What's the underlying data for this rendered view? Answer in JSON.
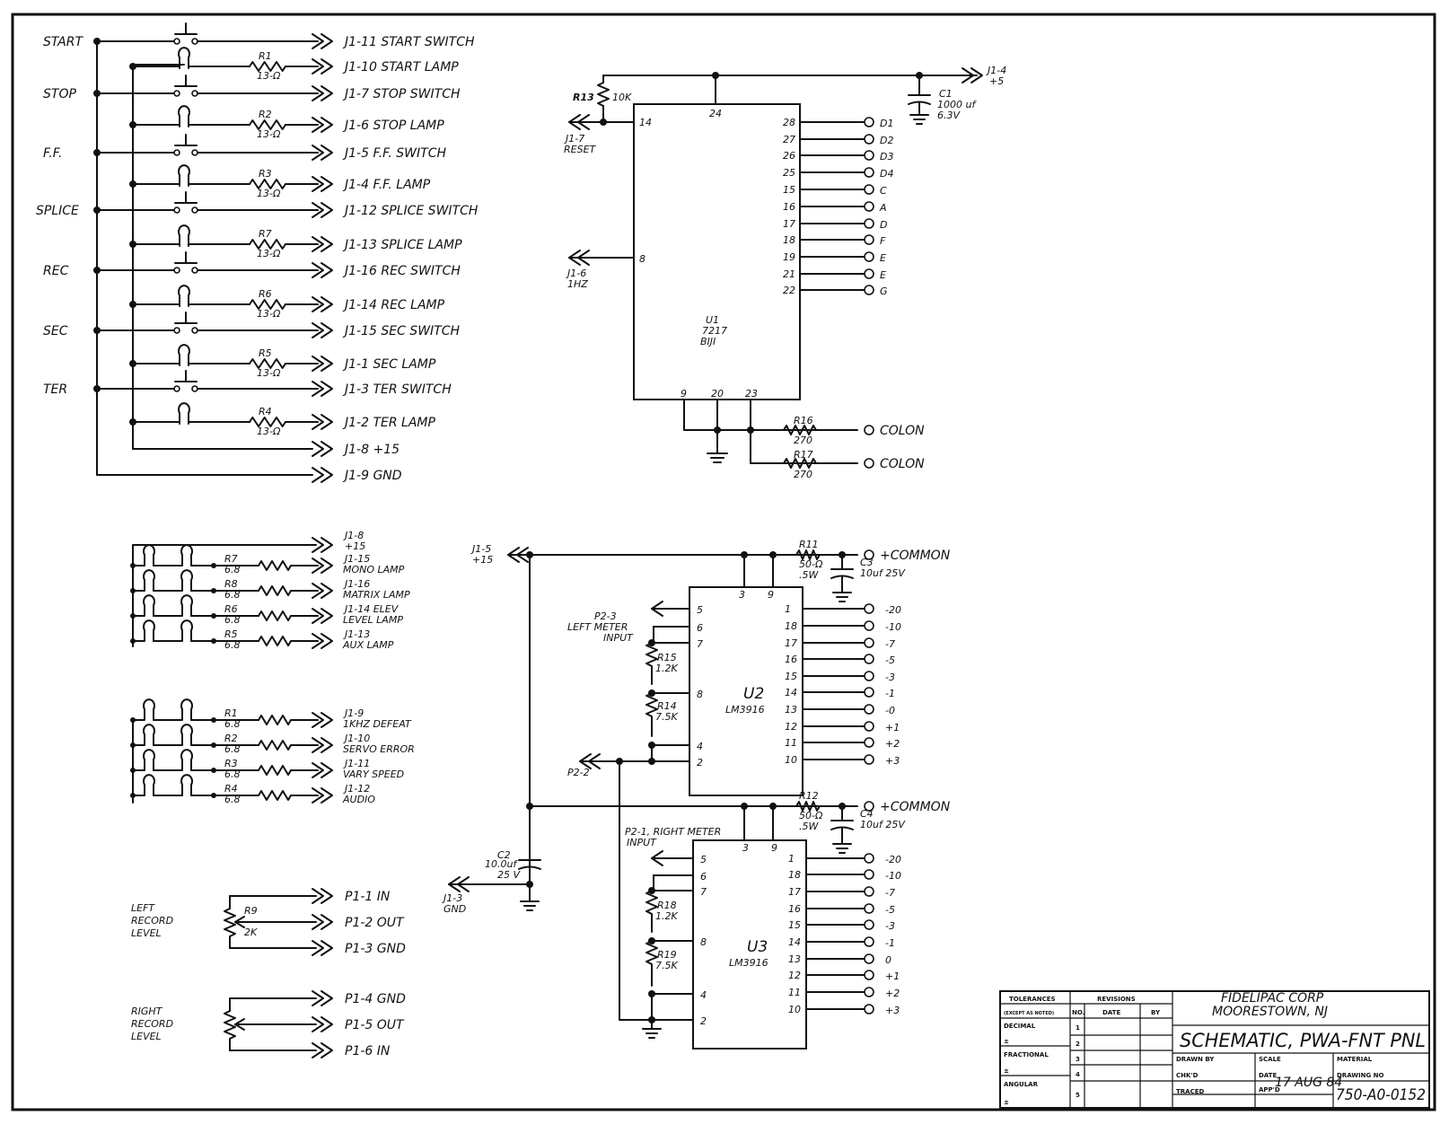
{
  "switch_panel": {
    "inputs": [
      "START",
      "STOP",
      "F.F.",
      "SPLICE",
      "REC",
      "SEC",
      "TER"
    ],
    "outputs": [
      "J1-11  START SWITCH",
      "J1-10  START LAMP",
      "J1-7  STOP SWITCH",
      "J1-6  STOP LAMP",
      "J1-5  F.F. SWITCH",
      "J1-4  F.F. LAMP",
      "J1-12  SPLICE SWITCH",
      "J1-13  SPLICE LAMP",
      "J1-16  REC SWITCH",
      "J1-14  REC LAMP",
      "J1-15  SEC SWITCH",
      "J1-1  SEC LAMP",
      "J1-3  TER SWITCH",
      "J1-2  TER LAMP",
      "J1-8  +15",
      "J1-9  GND"
    ],
    "resistors": [
      {
        "ref": "R1",
        "value": "13-Ω"
      },
      {
        "ref": "R2",
        "value": "13-Ω"
      },
      {
        "ref": "R3",
        "value": "13-Ω"
      },
      {
        "ref": "R7",
        "value": "13-Ω"
      },
      {
        "ref": "R6",
        "value": "13-Ω"
      },
      {
        "ref": "R5",
        "value": "13-Ω"
      },
      {
        "ref": "R4",
        "value": "13-Ω"
      }
    ]
  },
  "u1": {
    "ref": "U1",
    "part": "7217",
    "suffix": "BIJI",
    "pin_top": "24",
    "pin_left1": "14",
    "pin_left2": "8",
    "pins_right": [
      "28",
      "27",
      "26",
      "25",
      "15",
      "16",
      "17",
      "18",
      "19",
      "21",
      "22"
    ],
    "outputs": [
      "D1",
      "D2",
      "D3",
      "D4",
      "C",
      "A",
      "D",
      "F",
      "E",
      "E",
      "G"
    ],
    "pins_bottom": [
      "9",
      "20",
      "23"
    ],
    "r13": "R13",
    "r13_value": "10K",
    "reset": [
      "J1-7",
      "RESET"
    ],
    "hz": [
      "J1-6",
      "1HZ"
    ],
    "c1": [
      "C1",
      "1000 uf",
      "6.3V"
    ],
    "supply": [
      "J1-4",
      "+5"
    ],
    "r16": [
      "R16",
      "270"
    ],
    "r17": [
      "R17",
      "270"
    ],
    "colon": "COLON"
  },
  "lamp_panel": {
    "top_out": [
      "J1-8",
      "+15"
    ],
    "rows": [
      {
        "ref": "R7",
        "value": "6.8",
        "out": [
          "J1-15",
          "MONO LAMP"
        ]
      },
      {
        "ref": "R8",
        "value": "6.8",
        "out": [
          "J1-16",
          "MATRIX LAMP"
        ]
      },
      {
        "ref": "R6",
        "value": "6.8",
        "out": [
          "J1-14  ELEV",
          "LEVEL LAMP"
        ]
      },
      {
        "ref": "R5",
        "value": "6.8",
        "out": [
          "J1-13",
          "AUX LAMP"
        ]
      },
      {
        "ref": "R1",
        "value": "6.8",
        "out": [
          "J1-9",
          "1KHZ DEFEAT"
        ]
      },
      {
        "ref": "R2",
        "value": "6.8",
        "out": [
          "J1-10",
          "SERVO ERROR"
        ]
      },
      {
        "ref": "R3",
        "value": "6.8",
        "out": [
          "J1-11",
          "VARY SPEED"
        ]
      },
      {
        "ref": "R4",
        "value": "6.8",
        "out": [
          "J1-12",
          "AUDIO"
        ]
      }
    ]
  },
  "record_level": {
    "left": {
      "label": [
        "LEFT",
        "RECORD",
        "LEVEL"
      ],
      "ref": "R9",
      "value": "2K",
      "outs": [
        "P1-1  IN",
        "P1-2  OUT",
        "P1-3  GND"
      ]
    },
    "right": {
      "label": [
        "RIGHT",
        "RECORD",
        "LEVEL"
      ],
      "outs": [
        "P1-4  GND",
        "P1-5  OUT",
        "P1-6  IN"
      ]
    }
  },
  "meters": {
    "supply": [
      "J1-5",
      "+15"
    ],
    "gnd": [
      "J1-3",
      "GND"
    ],
    "c2": [
      "C2",
      "10.0uf",
      "25 V"
    ],
    "u2": {
      "ref": "U2",
      "part": "LM3916",
      "pins_top": [
        "3",
        "9"
      ],
      "pins_left": [
        "5",
        "6",
        "7",
        "8",
        "4",
        "2"
      ],
      "pins_right": [
        "1",
        "18",
        "17",
        "16",
        "15",
        "14",
        "13",
        "12",
        "11",
        "10"
      ],
      "levels": [
        "-20",
        "-10",
        "-7",
        "-5",
        "-3",
        "-1",
        "-0",
        "+1",
        "+2",
        "+3"
      ],
      "r_sense": [
        "R11",
        "50-Ω",
        ".5W"
      ],
      "cap": [
        "C3",
        "10uf 25V"
      ],
      "r_a": [
        "R15",
        "1.2K"
      ],
      "r_b": [
        "R14",
        "7.5K"
      ],
      "input": [
        "P2-3",
        "LEFT METER",
        "INPUT"
      ],
      "p2": "P2-2"
    },
    "u3": {
      "ref": "U3",
      "part": "LM3916",
      "pins_top": [
        "3",
        "9"
      ],
      "pins_left": [
        "5",
        "6",
        "7",
        "8",
        "4",
        "2"
      ],
      "pins_right": [
        "1",
        "18",
        "17",
        "16",
        "15",
        "14",
        "13",
        "12",
        "11",
        "10"
      ],
      "levels": [
        "-20",
        "-10",
        "-7",
        "-5",
        "-3",
        "-1",
        "0",
        "+1",
        "+2",
        "+3"
      ],
      "r_sense": [
        "R12",
        "50-Ω",
        ".5W"
      ],
      "cap": [
        "C4",
        "10uf 25V"
      ],
      "r_a": [
        "R18",
        "1.2K"
      ],
      "r_b": [
        "R19",
        "7.5K"
      ],
      "input": [
        "P2-1, RIGHT METER",
        "INPUT"
      ]
    },
    "common": "+COMMON"
  },
  "title_block": {
    "tolerances": "TOLERANCES",
    "except": "(EXCEPT AS NOTED)",
    "decimal": "DECIMAL",
    "fractional": "FRACTIONAL",
    "angular": "ANGULAR",
    "pm": "±",
    "revisions": "REVISIONS",
    "no": "NO.",
    "date": "DATE",
    "by": "BY",
    "rev_nums": [
      "1",
      "2",
      "3",
      "4",
      "5"
    ],
    "company": [
      "FIDELIPAC CORP",
      "MOORESTOWN, NJ"
    ],
    "title": "SCHEMATIC, PWA-FNT PNL",
    "drawn": "DRAWN BY",
    "chkd": "CHK'D",
    "traced": "TRACED",
    "scale": "SCALE",
    "date_lbl": "DATE",
    "appd": "APP'D",
    "date_val": "17 AUG 84",
    "material": "MATERIAL",
    "drawing_no": "DRAWING NO",
    "drawing_val": "750-A0-0152"
  }
}
